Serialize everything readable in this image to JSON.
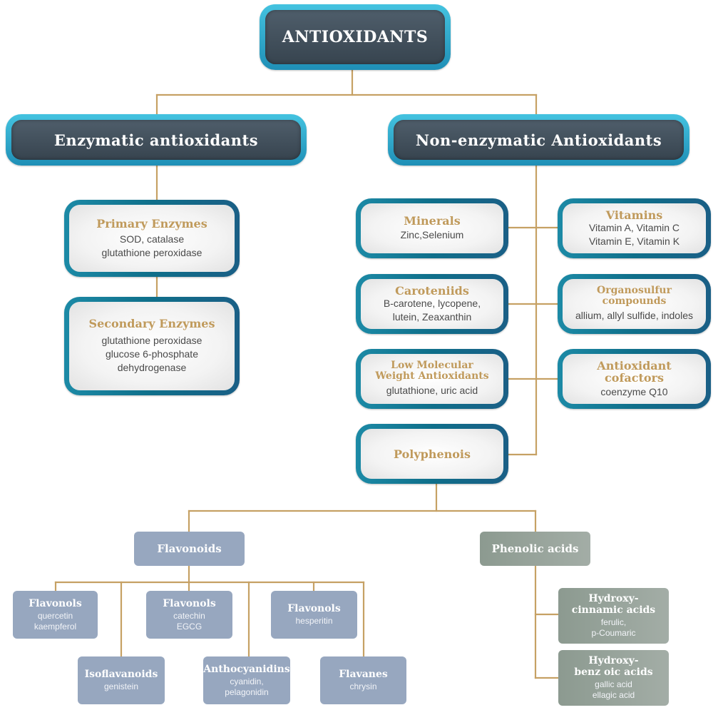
{
  "root": {
    "title": "ANTIOXIDANTS"
  },
  "enzymatic": {
    "title": "Enzymatic antioxidants",
    "primary": {
      "title": "Primary Enzymes",
      "lines": [
        "SOD, catalase",
        "glutathione peroxidase"
      ]
    },
    "secondary": {
      "title": "Secondary Enzymes",
      "lines": [
        "glutathione peroxidase",
        "glucose 6-phosphate",
        "dehydrogenase"
      ]
    }
  },
  "non_enzymatic": {
    "title": "Non-enzymatic Antioxidants",
    "minerals": {
      "title": "Minerals",
      "lines": [
        "Zinc,Selenium"
      ]
    },
    "vitamins": {
      "title": "Vitamins",
      "lines": [
        "Vitamin A, Vitamin C",
        "Vitamin E, Vitamin K"
      ]
    },
    "carotenoids": {
      "title": "Caroteniids",
      "lines": [
        "B-carotene, lycopene,",
        "lutein, Zeaxanthin"
      ]
    },
    "organosulfur": {
      "title_lines": [
        "Organosulfur",
        "compounds"
      ],
      "lines": [
        "allium, allyl sulfide, indoles"
      ]
    },
    "low_mw": {
      "title_lines": [
        "Low Molecular",
        "Weight Antioxidants"
      ],
      "lines": [
        "glutathione, uric acid"
      ]
    },
    "cofactors": {
      "title": "Antioxidant cofactors",
      "lines": [
        "coenzyme Q10"
      ]
    },
    "polyphenols": {
      "title": "Polyphenois"
    }
  },
  "flavonoids": {
    "title": "Flavonoids",
    "children": [
      {
        "title": "Flavonols",
        "lines": [
          "quercetin",
          "kaempferol"
        ]
      },
      {
        "title": "Flavonols",
        "lines": [
          "catechin",
          "EGCG"
        ]
      },
      {
        "title": "Flavonols",
        "lines": [
          "hesperitin"
        ]
      },
      {
        "title": "Isoflavanoids",
        "lines": [
          "genistein"
        ]
      },
      {
        "title": "Anthocyanidins",
        "lines": [
          "cyanidin,",
          "pelagonidin"
        ]
      },
      {
        "title": "Flavanes",
        "lines": [
          "chrysin"
        ]
      }
    ]
  },
  "phenolic_acids": {
    "title": "Phenolic acids",
    "children": [
      {
        "title_lines": [
          "Hydroxy-",
          "cinnamic acids"
        ],
        "lines": [
          "ferulic,",
          "p-Coumaric"
        ]
      },
      {
        "title_lines": [
          "Hydroxy-",
          "benz oic acids"
        ],
        "lines": [
          "gallic acid",
          "ellagic acid"
        ]
      }
    ]
  },
  "colors": {
    "connector": "#c6a164",
    "header_frame": "#31acd3",
    "header_fill": "#3d4a55",
    "box_frame": "#16738f",
    "box_title": "#c09a5b",
    "tile_blue": "#97a7bf",
    "tile_green": "#97a39b"
  }
}
